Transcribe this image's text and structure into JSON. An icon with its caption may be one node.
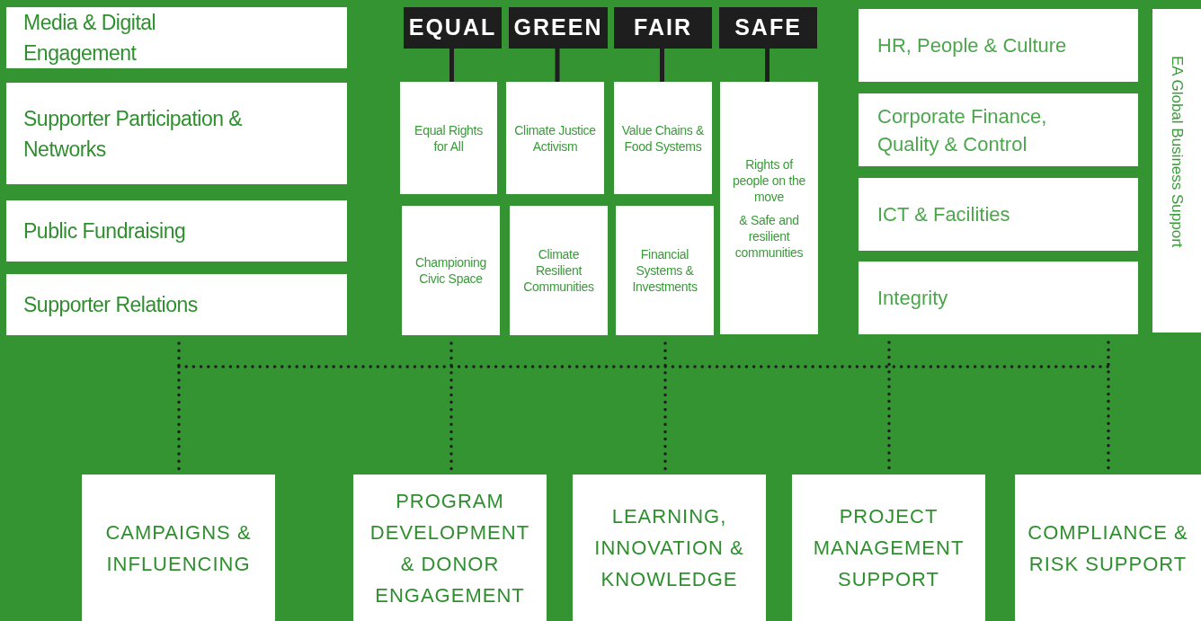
{
  "diagram": {
    "nodes": [
      {
        "text": [
          "Media & Digital Engagement"
        ]
      },
      {
        "text": [
          "Supporter Participation & Networks"
        ]
      },
      {
        "text": [
          "Public Fundraising"
        ]
      },
      {
        "text": [
          "Supporter Relations"
        ]
      },
      {
        "text": [
          "EQUAL"
        ]
      },
      {
        "text": [
          "GREEN"
        ]
      },
      {
        "text": [
          "FAIR"
        ]
      },
      {
        "text": [
          "SAFE"
        ]
      },
      {
        "text": [
          "Equal Rights for All"
        ]
      },
      {
        "text": [
          "Climate Justice Activism"
        ]
      },
      {
        "text": [
          "Value Chains & Food Systems"
        ]
      },
      {
        "text": [
          "Rights of people on the move",
          "& Safe and resilient communities"
        ]
      },
      {
        "text": [
          "Championing Civic Space"
        ]
      },
      {
        "text": [
          "Climate Resilient Communities"
        ]
      },
      {
        "text": [
          "Financial Systems & Investments"
        ]
      },
      {
        "text": [
          "HR, People & Culture"
        ]
      },
      {
        "text": [
          "Corporate Finance, Quality & Control"
        ]
      },
      {
        "text": [
          "ICT & Facilities"
        ]
      },
      {
        "text": [
          "Integrity"
        ]
      },
      {
        "text": [
          "EA Global Business Support"
        ]
      },
      {
        "text": [
          "CAMPAIGNS & INFLUENCING"
        ]
      },
      {
        "text": [
          "PROGRAM DEVELOPMENT & DONOR ENGAGEMENT"
        ]
      },
      {
        "text": [
          "LEARNING, INNOVATION & KNOWLEDGE"
        ]
      },
      {
        "text": [
          "PROJECT MANAGEMENT SUPPORT"
        ]
      },
      {
        "text": [
          "COMPLIANCE & RISK SUPPORT"
        ]
      }
    ],
    "edges": [
      {
        "from": 4,
        "to": 8,
        "arrow": "none"
      },
      {
        "from": 5,
        "to": 9,
        "arrow": "none"
      },
      {
        "from": 6,
        "to": 10,
        "arrow": "none"
      },
      {
        "from": 7,
        "to": 11,
        "arrow": "none"
      },
      {
        "from": 3,
        "to": 20,
        "arrow": "none",
        "style": "dashed"
      },
      {
        "from": 12,
        "to": 21,
        "arrow": "none",
        "style": "dashed"
      },
      {
        "from": 14,
        "to": 22,
        "arrow": "none",
        "style": "dashed"
      },
      {
        "from": 18,
        "to": 23,
        "arrow": "none",
        "style": "dashed"
      },
      {
        "from": 18,
        "to": 24,
        "arrow": "none",
        "style": "dashed"
      }
    ]
  }
}
